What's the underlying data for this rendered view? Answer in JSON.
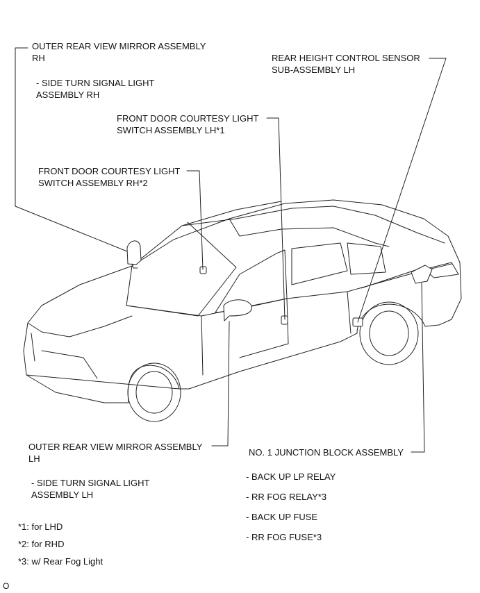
{
  "labels": {
    "mirror_rh": [
      "OUTER REAR VIEW MIRROR ASSEMBLY",
      "RH"
    ],
    "mirror_rh_sub": [
      "- SIDE TURN SIGNAL LIGHT",
      "ASSEMBLY RH"
    ],
    "door_switch_lh": [
      "FRONT DOOR COURTESY LIGHT",
      "SWITCH ASSEMBLY LH*1"
    ],
    "door_switch_rh": [
      "FRONT DOOR COURTESY LIGHT",
      "SWITCH ASSEMBLY RH*2"
    ],
    "height_sensor": [
      "REAR HEIGHT CONTROL SENSOR",
      "SUB-ASSEMBLY LH"
    ],
    "mirror_lh": [
      "OUTER REAR VIEW MIRROR ASSEMBLY",
      "LH"
    ],
    "mirror_lh_sub": [
      "- SIDE TURN SIGNAL LIGHT",
      "ASSEMBLY LH"
    ],
    "junction_block": "NO. 1 JUNCTION BLOCK ASSEMBLY",
    "junction_items": [
      "- BACK UP LP RELAY",
      "- RR FOG RELAY*3",
      "- BACK UP FUSE",
      "- RR FOG FUSE*3"
    ]
  },
  "footnotes": [
    "*1: for LHD",
    "*2: for RHD",
    "*3: w/ Rear Fog Light"
  ],
  "corner_mark": "O"
}
